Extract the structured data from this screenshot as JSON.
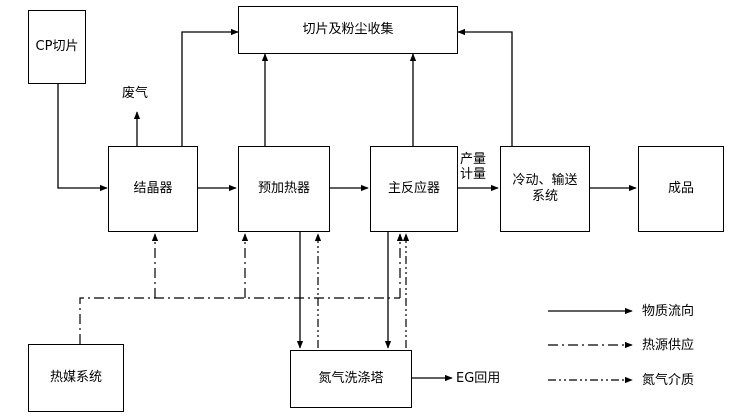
{
  "nodes": {
    "cp_cut": "CP切片",
    "chip_dust": "切片及粉尘收集",
    "crystallizer": "结晶器",
    "preheater": "预加热器",
    "main_reactor": "主反应器",
    "cooling_line1": "冷动、输送",
    "cooling_line2": "系统",
    "product": "成品",
    "heat_medium": "热媒系统",
    "n2_wash": "氮气洗涤塔"
  },
  "labels": {
    "exhaust": "废气",
    "metering_line1": "产量",
    "metering_line2": "计量",
    "eg_return": "EG回用"
  },
  "legend": {
    "material": "物质流向",
    "heat": "热源供应",
    "nitrogen": "氮气介质"
  }
}
